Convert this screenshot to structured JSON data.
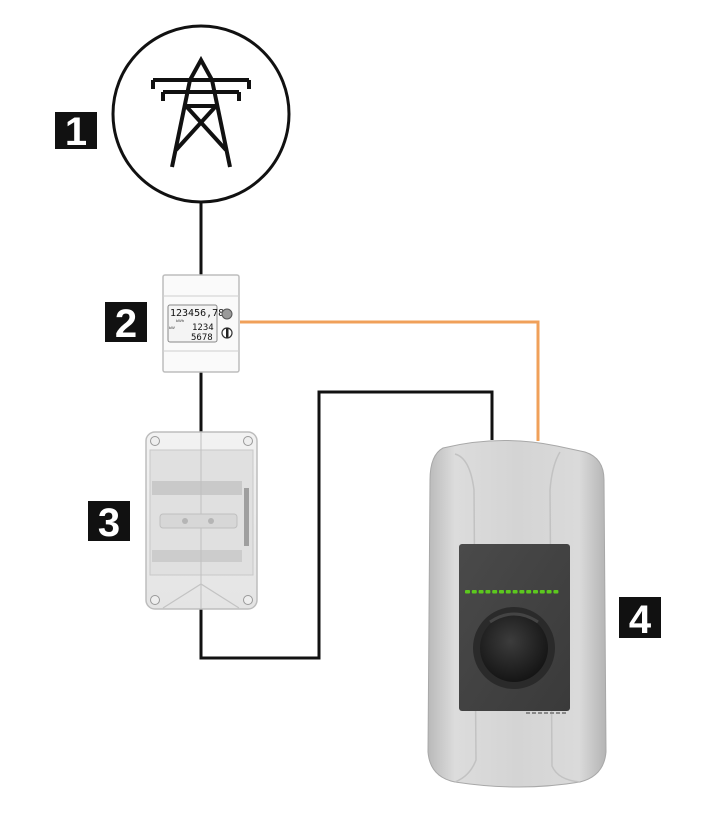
{
  "badges": {
    "grid": "1",
    "meter": "2",
    "distribution": "3",
    "wallbox": "4"
  },
  "meter_display": {
    "line1": "123456,78",
    "unit1": "kWh",
    "unit2": "kW",
    "line2": "1234",
    "line3": "5678"
  },
  "colors": {
    "power_cable": "#111111",
    "data_cable": "#f0a05a",
    "badge": "#111111",
    "status_led": "#5cc81e"
  },
  "icons": {
    "grid": "power-pylon-icon",
    "meter": "energy-meter",
    "distribution": "distribution-box",
    "wallbox": "ev-charger-wallbox"
  }
}
